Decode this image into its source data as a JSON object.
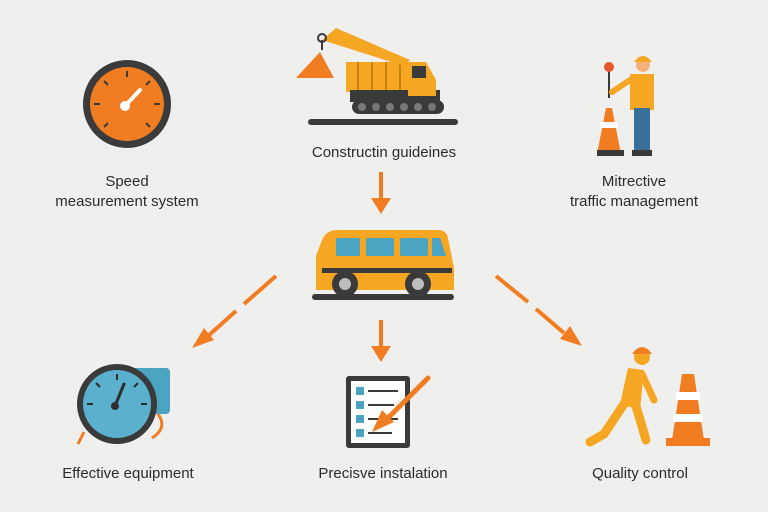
{
  "labels": {
    "speed_line1": "Speed",
    "speed_line2": "measurement system",
    "construction": "Constructin guideines",
    "traffic_line1": "Mitrective",
    "traffic_line2": "traffic management",
    "equipment": "Effective equipment",
    "installation": "Precisve instalation",
    "quality": "Quality control"
  },
  "icons": {
    "speedometer": "speedometer-icon",
    "excavator": "excavator-icon",
    "flagger": "flagger-worker-icon",
    "van": "van-icon",
    "gauge": "gauge-icon",
    "checklist": "checklist-icon",
    "worker_cone": "worker-with-cone-icon"
  },
  "colors": {
    "arrow": "#f07d22",
    "yellow": "#f5a623",
    "dark": "#3a3a3a",
    "teal": "#4aa3c0",
    "orange_gauge": "#f07d22"
  }
}
